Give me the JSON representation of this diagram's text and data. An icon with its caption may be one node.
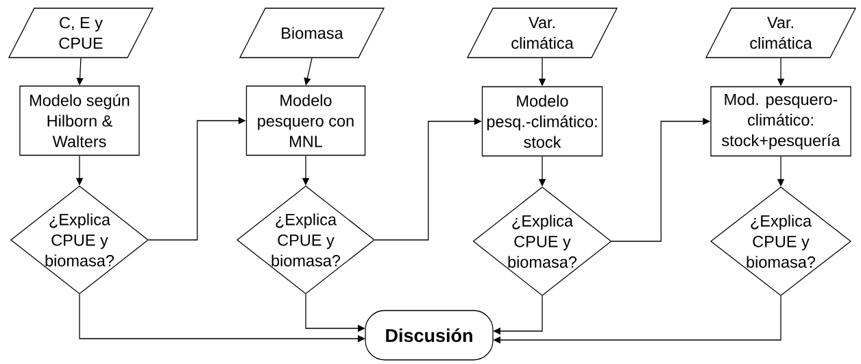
{
  "diagram": {
    "nodes": [
      {
        "text": [
          "C, E y CPUE"
        ]
      },
      {
        "text": [
          "Biomasa"
        ]
      },
      {
        "text": [
          "Var. climática"
        ]
      },
      {
        "text": [
          "Var. climática"
        ]
      },
      {
        "text": [
          "Modelo según Hilborn & Walters"
        ]
      },
      {
        "text": [
          "Modelo pesquero con MNL"
        ]
      },
      {
        "text": [
          "Modelo pesq.-climático: stock"
        ]
      },
      {
        "text": [
          "Mod. pesquero-climático: stock+pesquería"
        ]
      },
      {
        "text": [
          "¿Explica CPUE y biomasa?"
        ]
      },
      {
        "text": [
          "¿Explica CPUE y biomasa?"
        ]
      },
      {
        "text": [
          "¿Explica CPUE y biomasa?"
        ]
      },
      {
        "text": [
          "¿Explica CPUE y biomasa?"
        ]
      },
      {
        "text": [
          "Discusión"
        ]
      }
    ],
    "edges": [
      {
        "from": 0,
        "to": 4,
        "arrow": "to"
      },
      {
        "from": 1,
        "to": 5,
        "arrow": "to"
      },
      {
        "from": 2,
        "to": 6,
        "arrow": "to"
      },
      {
        "from": 3,
        "to": 7,
        "arrow": "to"
      },
      {
        "from": 4,
        "to": 8,
        "arrow": "to"
      },
      {
        "from": 5,
        "to": 9,
        "arrow": "to"
      },
      {
        "from": 6,
        "to": 10,
        "arrow": "to"
      },
      {
        "from": 7,
        "to": 11,
        "arrow": "to"
      },
      {
        "from": 8,
        "to": 5,
        "arrow": "to"
      },
      {
        "from": 9,
        "to": 6,
        "arrow": "to"
      },
      {
        "from": 10,
        "to": 7,
        "arrow": "to"
      },
      {
        "from": 8,
        "to": 12,
        "arrow": "to"
      },
      {
        "from": 9,
        "to": 12,
        "arrow": "to"
      },
      {
        "from": 10,
        "to": 12,
        "arrow": "to"
      },
      {
        "from": 11,
        "to": 12,
        "arrow": "to"
      }
    ]
  }
}
